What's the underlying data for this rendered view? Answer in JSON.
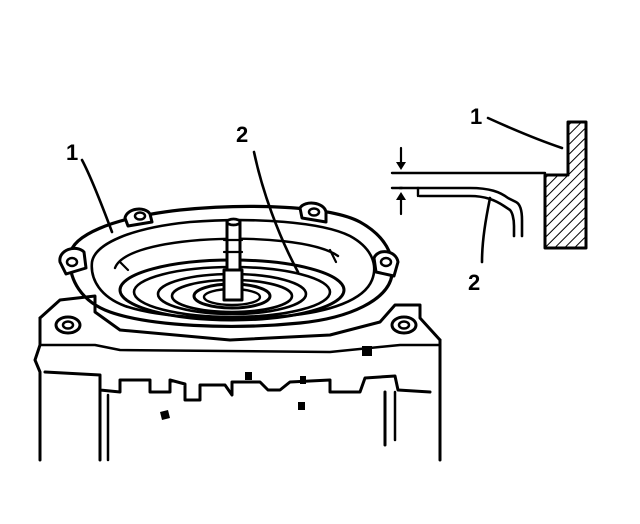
{
  "callouts": {
    "left_housing": "1",
    "left_seal": "2",
    "right_housing": "1",
    "right_seal": "2"
  },
  "colors": {
    "ink": "#000000",
    "paper": "#ffffff"
  }
}
